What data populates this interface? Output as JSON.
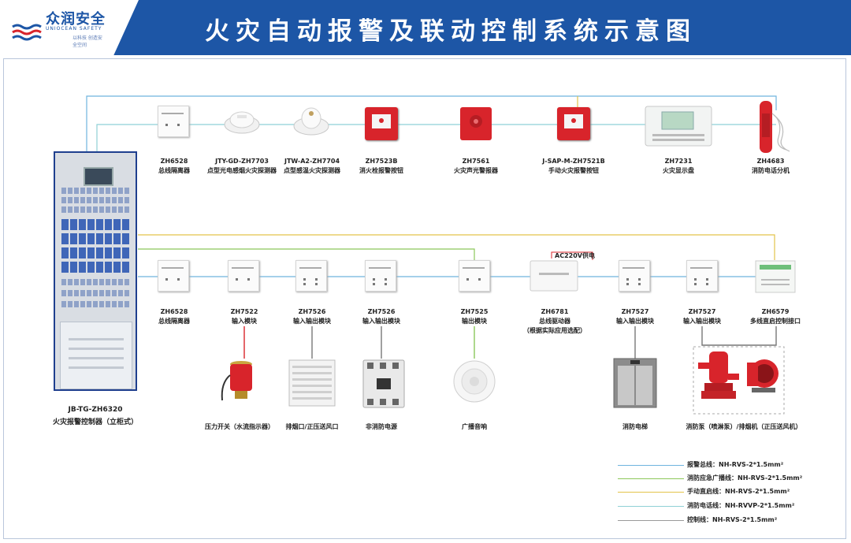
{
  "header": {
    "logo_name": "众润安全",
    "logo_en": "UNIOCEAN SAFETY",
    "logo_slogan": "以科技 创造安全空间",
    "title": "火灾自动报警及联动控制系统示意图"
  },
  "colors": {
    "header_bg": "#1d56a6",
    "alarm_bus": "#6fb4de",
    "broadcast_line": "#8cc85a",
    "manual_line": "#e3c34a",
    "phone_line": "#8fd0d6",
    "control_line": "#9a9a9a",
    "device_red": "#d8242b"
  },
  "controller": {
    "model": "JB-TG-ZH6320",
    "name": "火灾报警控制器（立柜式）"
  },
  "top_row": [
    {
      "model": "ZH6528",
      "name": "总线隔离器",
      "icon": "isolator-module-icon"
    },
    {
      "model": "JTY-GD-ZH7703",
      "name": "点型光电感烟火灾探测器",
      "icon": "smoke-detector-icon"
    },
    {
      "model": "JTW-A2-ZH7704",
      "name": "点型感温火灾探测器",
      "icon": "heat-detector-icon"
    },
    {
      "model": "ZH7523B",
      "name": "消火栓报警按钮",
      "icon": "hydrant-button-icon"
    },
    {
      "model": "ZH7561",
      "name": "火灾声光警报器",
      "icon": "sounder-strobe-icon"
    },
    {
      "model": "J-SAP-M-ZH7521B",
      "name": "手动火灾报警按钮",
      "icon": "manual-call-point-icon"
    },
    {
      "model": "ZH7231",
      "name": "火灾显示盘",
      "icon": "display-panel-icon"
    },
    {
      "model": "ZH4683",
      "name": "消防电话分机",
      "icon": "fire-telephone-icon"
    }
  ],
  "bottom_row": [
    {
      "model": "ZH6528",
      "name": "总线隔离器",
      "icon": "isolator-module-icon"
    },
    {
      "model": "ZH7522",
      "name": "输入模块",
      "icon": "input-module-icon"
    },
    {
      "model": "ZH7526",
      "name": "输入输出模块",
      "icon": "io-module-icon"
    },
    {
      "model": "ZH7526",
      "name": "输入输出模块",
      "icon": "io-module-icon"
    },
    {
      "model": "ZH7525",
      "name": "输出模块",
      "icon": "output-module-icon"
    },
    {
      "model": "ZH6781",
      "name": "总线驱动器",
      "note": "（根据实际应用选配）",
      "icon": "bus-driver-icon"
    },
    {
      "model": "ZH7527",
      "name": "输入输出模块",
      "icon": "io-module-icon"
    },
    {
      "model": "ZH7527",
      "name": "输入输出模块",
      "icon": "io-module-icon"
    },
    {
      "model": "ZH6579",
      "name": "多线直启控制接口",
      "icon": "multiline-interface-icon"
    }
  ],
  "ac_label": "AC220V供电",
  "field_devices": [
    {
      "name": "压力开关（水流指示器）",
      "icon": "pressure-switch-icon"
    },
    {
      "name": "排烟口/正压送风口",
      "icon": "smoke-vent-icon"
    },
    {
      "name": "非消防电源",
      "icon": "circuit-breaker-icon"
    },
    {
      "name": "广播音响",
      "icon": "speaker-icon"
    },
    {
      "name": "消防电梯",
      "icon": "elevator-icon"
    },
    {
      "name": "消防泵（喷淋泵）/排烟机（正压送风机）",
      "icon": "pump-fan-icon"
    }
  ],
  "legend": [
    {
      "label": "报警总线：NH-RVS-2*1.5mm²",
      "color": "#6fb4de"
    },
    {
      "label": "消防应急广播线：NH-RVS-2*1.5mm²",
      "color": "#8cc85a"
    },
    {
      "label": "手动直启线：NH-RVS-2*1.5mm²",
      "color": "#e3c34a"
    },
    {
      "label": "消防电话线：NH-RVVP-2*1.5mm²",
      "color": "#8fd0d6"
    },
    {
      "label": "控制线：NH-RVS-2*1.5mm²",
      "color": "#9a9a9a"
    }
  ]
}
